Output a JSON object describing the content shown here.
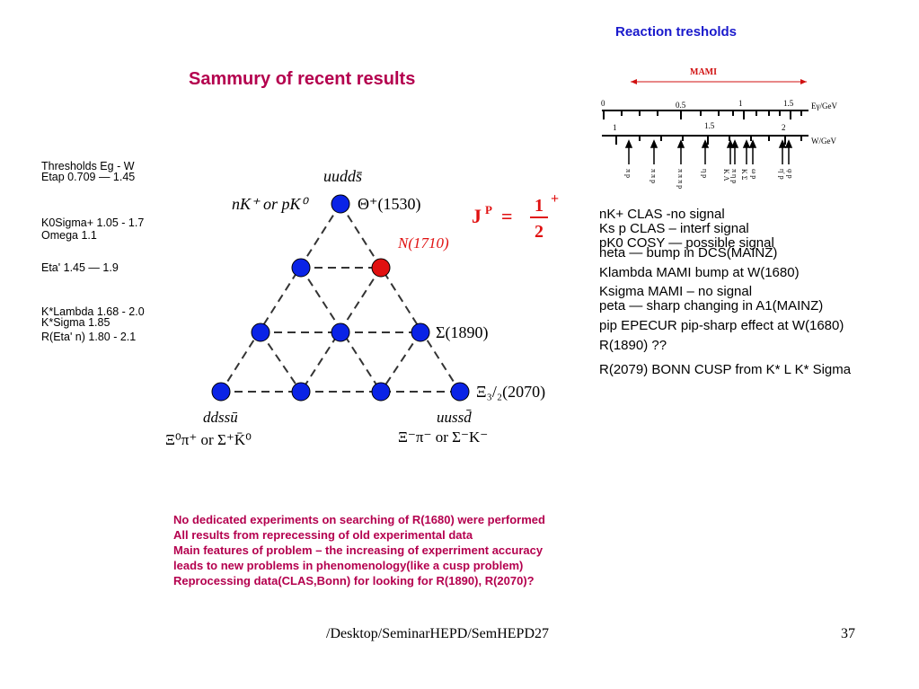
{
  "slide": {
    "title": "Sammury of recent results",
    "thresholds_title": "Reaction tresholds"
  },
  "left_notes": {
    "l1": "Thresholds Eg - W",
    "l2": "Etap 0.709 — 1.45",
    "l3": "K0Sigma+ 1.05 - 1.7",
    "l4": "Omega     1.1",
    "l5": "Eta' 1.45 — 1.9",
    "l6": "K*Lambda 1.68 -  2.0",
    "l7": "K*Sigma   1.85",
    "l8": "R(Eta' n)          1.80 - 2.1"
  },
  "multiplet": {
    "top_quarks": "uudds̄",
    "top_left": "nK⁺ or pK⁰",
    "theta": "Θ⁺(1530)",
    "n1710": "N(1710)",
    "jp_label": "J",
    "jp_sup": "P",
    "jp_eq": "=",
    "jp_num": "1",
    "jp_den": "2",
    "jp_plus": "+",
    "sigma": "Σ(1890)",
    "xi": "Ξ₃/₂(2070)",
    "bl_quarks": "ddssū",
    "br_quarks": "uussd̄",
    "bl_decay": "Ξ⁰π⁺ or Σ⁺K̄⁰",
    "br_decay": "Ξ⁻π⁻ or Σ⁻K⁻"
  },
  "threshold_scale": {
    "mami": "MAMI",
    "eg_ticks": [
      "0",
      "0.5",
      "1",
      "1.5"
    ],
    "eg_unit": "Eγ/GeV",
    "w_ticks": [
      "1",
      "1.5",
      "2"
    ],
    "w_unit": "W/GeV",
    "reactions": [
      "π p",
      "π π p",
      "π π π p",
      "η p",
      "K Λ",
      "π η p",
      "K Σ",
      "ω p",
      "η' p",
      "φ p"
    ]
  },
  "right_notes": {
    "r1": "nK+ CLAS -no signal",
    "r2": "Ks p CLAS – interf signal",
    "r3": "pK0 COSY — possible signal",
    "r4": "neta — bump in DCS(MAINZ)",
    "r5": "Klambda MAMI bump at W(1680)",
    "r6": "Ksigma MAMI – no signal",
    "r7": "peta — sharp changing in A1(MAINZ)",
    "r8": "pip EPECUR pip-sharp effect at W(1680)",
    "r9": "R(1890) ??",
    "r10": "R(2079) BONN  CUSP from K* L K* Sigma"
  },
  "bottom": {
    "b1": "No dedicated  experiments on searching of R(1680) were performed",
    "b2": "All results from reprecessing of old experimental data",
    "b3": "Main features of problem – the increasing of experriment accuracy",
    "b4": "leads to new problems in phenomenology(like a cusp problem)",
    "b5": "Reprocessing data(CLAS,Bonn) for looking for R(1890), R(2070)?"
  },
  "footer": {
    "path": "/Desktop/SeminarHEPD/SemHEPD27",
    "page": "37"
  },
  "colors": {
    "title": "#b4004e",
    "thresholds_title": "#1a1acc",
    "node_blue": "#0a23e6",
    "node_red": "#e01010",
    "mami_red": "#d01010"
  }
}
